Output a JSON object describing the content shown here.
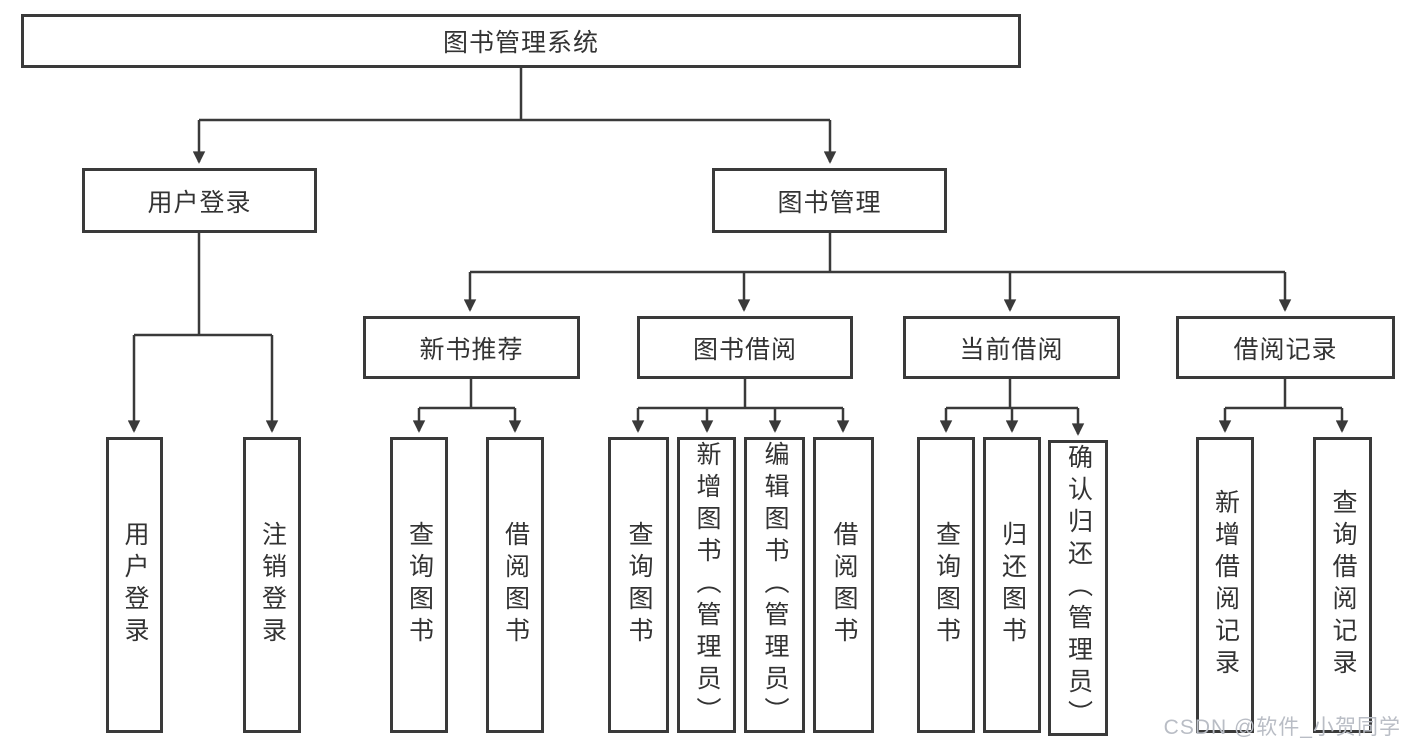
{
  "diagram_type": "tree",
  "tree": {
    "label": "图书管理系统",
    "children": [
      {
        "label": "用户登录",
        "children": [
          {
            "label": "用户登录"
          },
          {
            "label": "注销登录"
          }
        ]
      },
      {
        "label": "图书管理",
        "children": [
          {
            "label": "新书推荐",
            "children": [
              {
                "label": "查询图书"
              },
              {
                "label": "借阅图书"
              }
            ]
          },
          {
            "label": "图书借阅",
            "children": [
              {
                "label": "查询图书"
              },
              {
                "label": "新增图书（管理员）"
              },
              {
                "label": "编辑图书（管理员）"
              },
              {
                "label": "借阅图书"
              }
            ]
          },
          {
            "label": "当前借阅",
            "children": [
              {
                "label": "查询图书"
              },
              {
                "label": "归还图书"
              },
              {
                "label": "确认归还（管理员）"
              }
            ]
          },
          {
            "label": "借阅记录",
            "children": [
              {
                "label": "新增借阅记录"
              },
              {
                "label": "查询借阅记录"
              }
            ]
          }
        ]
      }
    ]
  },
  "watermark": {
    "text": "CSDN @软件_小贺同学"
  },
  "colors": {
    "line": "#3a3a3a",
    "box_border": "#3a3a3a",
    "box_fill": "#ffffff",
    "text": "#333333",
    "background": "#ffffff",
    "watermark": "#b9bdc5"
  }
}
